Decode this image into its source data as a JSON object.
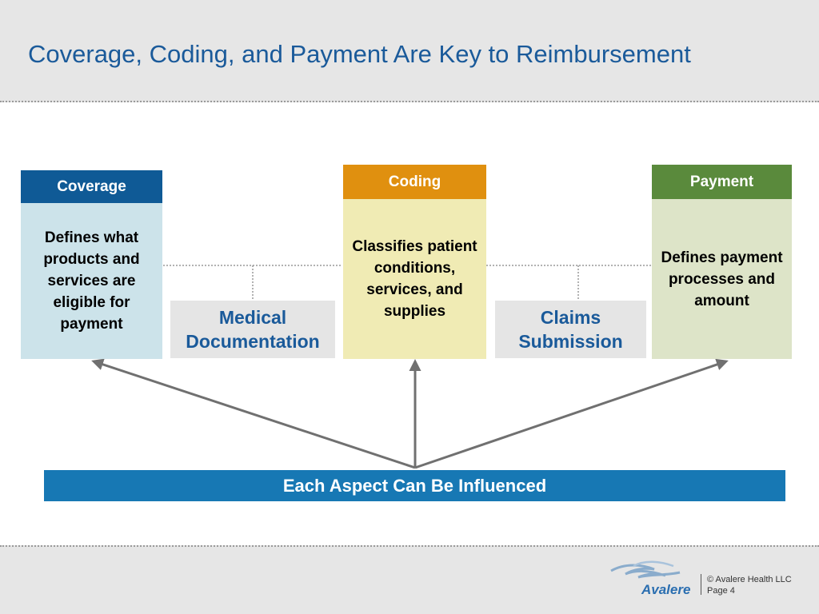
{
  "title": "Coverage, Coding, and Payment Are Key to Reimbursement",
  "boxes": {
    "coverage": {
      "header": "Coverage",
      "body": "Defines what products and services are eligible for payment",
      "header_color": "#0f5a96",
      "body_color": "#cce3ea"
    },
    "coding": {
      "header": "Coding",
      "body": "Classifies patient conditions, services, and supplies",
      "header_color": "#e0900f",
      "body_color": "#f0ebb4"
    },
    "payment": {
      "header": "Payment",
      "body": "Defines payment processes and amount",
      "header_color": "#5a8a3c",
      "body_color": "#dde4c8"
    }
  },
  "connectors": {
    "medical": "Medical Documentation",
    "claims": "Claims Submission"
  },
  "banner": "Each Aspect Can Be Influenced",
  "footer": {
    "logo": "Avalere",
    "copyright": "© Avalere Health LLC",
    "page": "Page 4"
  }
}
